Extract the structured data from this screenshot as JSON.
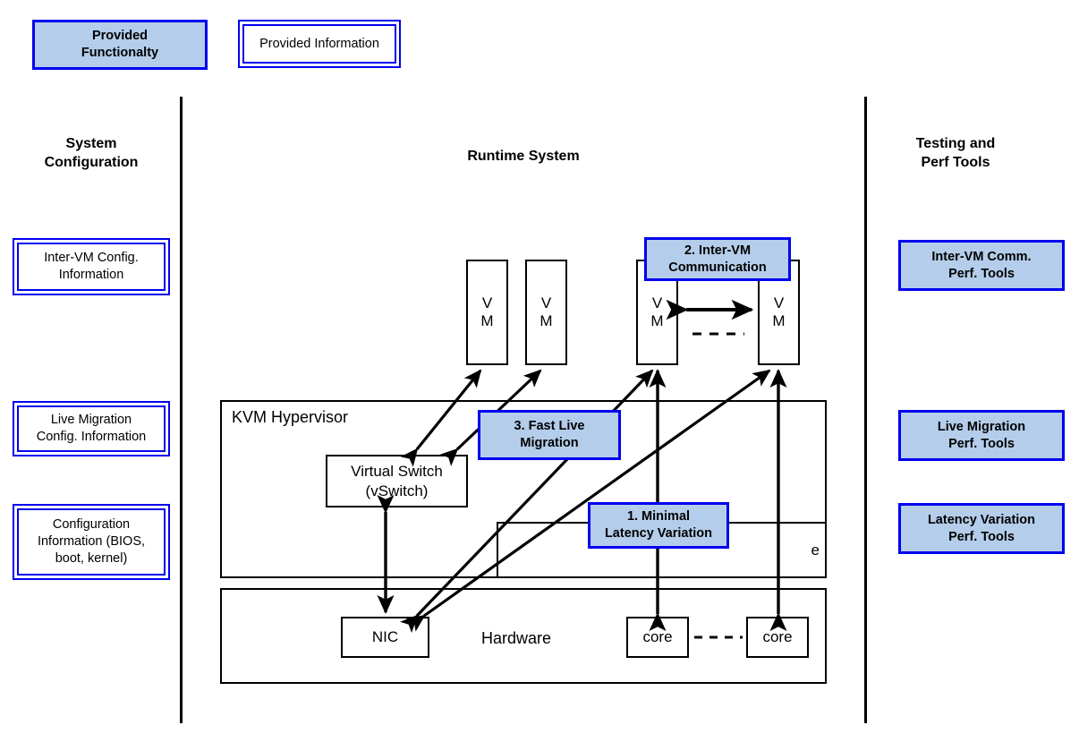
{
  "legend": {
    "functionality": {
      "label": "Provided\nFunctionalty",
      "fill": "#b4cdea",
      "stroke": "#0000ee"
    },
    "information": {
      "label": "Provided Information",
      "fill": "#ffffff",
      "stroke": "#0000ee"
    }
  },
  "columns": {
    "left": {
      "title": "System\nConfiguration"
    },
    "center": {
      "title": "Runtime System"
    },
    "right": {
      "title": "Testing and\nPerf Tools"
    }
  },
  "left_column": {
    "items": [
      {
        "label": "Inter-VM Config.\nInformation"
      },
      {
        "label": "Live Migration\nConfig. Information"
      },
      {
        "label": "Configuration\nInformation (BIOS,\nboot, kernel)"
      }
    ]
  },
  "right_column": {
    "items": [
      {
        "label": "Inter-VM Comm.\nPerf. Tools"
      },
      {
        "label": "Live Migration\nPerf. Tools"
      },
      {
        "label": "Latency Variation\nPerf. Tools"
      }
    ]
  },
  "runtime": {
    "vms": [
      {
        "label": "V\nM",
        "line1": "V",
        "line2": "M"
      },
      {
        "label": "V\nM",
        "line1": "V",
        "line2": "M"
      },
      {
        "label": "V\nM",
        "line1": "V",
        "line2": "M"
      },
      {
        "label": "V\nM",
        "line1": "V",
        "line2": "M"
      }
    ],
    "hypervisor": {
      "label": "KVM Hypervisor"
    },
    "vswitch": {
      "label": "Virtual Switch\n(vSwitch)"
    },
    "obscured_box": {
      "label": "e"
    },
    "hardware": {
      "label": "Hardware",
      "nic": {
        "label": "NIC"
      },
      "cores": [
        {
          "label": "core"
        },
        {
          "label": "core"
        }
      ],
      "core_link": "dashed"
    },
    "vm_link": {
      "style": "dashed",
      "arrow": "double"
    }
  },
  "callouts": [
    {
      "id": "callout-1",
      "label": "1. Minimal\nLatency Variation"
    },
    {
      "id": "callout-2",
      "label": "2. Inter-VM\nCommunication"
    },
    {
      "id": "callout-3",
      "label": "3. Fast Live\nMigration"
    }
  ],
  "colors": {
    "accent_fill": "#b4cdea",
    "accent_stroke": "#0000ee",
    "line": "#000000",
    "background": "#ffffff"
  }
}
